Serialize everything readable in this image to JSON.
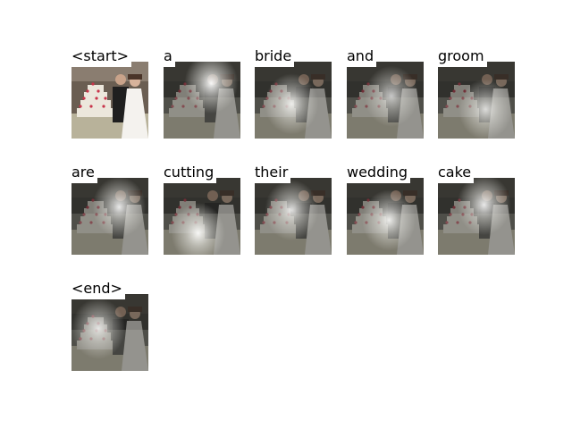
{
  "figure": {
    "frames": [
      {
        "word": "<start>",
        "attention": [
          0,
          0,
          0
        ],
        "original": true
      },
      {
        "word": "a",
        "attention": [
          0.62,
          0.28,
          0.95
        ],
        "original": false
      },
      {
        "word": "bride",
        "attention": [
          0.48,
          0.55,
          0.9
        ],
        "original": false
      },
      {
        "word": "and",
        "attention": [
          0.58,
          0.45,
          0.75
        ],
        "original": false
      },
      {
        "word": "groom",
        "attention": [
          0.62,
          0.62,
          0.85
        ],
        "original": false
      },
      {
        "word": "are",
        "attention": [
          0.62,
          0.38,
          0.9
        ],
        "original": false
      },
      {
        "word": "cutting",
        "attention": [
          0.45,
          0.72,
          1.0
        ],
        "original": false
      },
      {
        "word": "their",
        "attention": [
          0.48,
          0.42,
          0.85
        ],
        "original": false
      },
      {
        "word": "wedding",
        "attention": [
          0.55,
          0.55,
          0.95
        ],
        "original": false
      },
      {
        "word": "cake",
        "attention": [
          0.6,
          0.35,
          0.9
        ],
        "original": false
      },
      {
        "word": "<end>",
        "attention": [
          0.35,
          0.45,
          0.8
        ],
        "original": false
      }
    ]
  },
  "colors": {
    "background": "#ffffff",
    "frame_dark": "#3a3a35",
    "dress": "#f4f2ee",
    "suit": "#1f1f1f",
    "cake_icing": "#ece7dc",
    "roses": "#c8344a",
    "floor": "#b8b29a"
  }
}
